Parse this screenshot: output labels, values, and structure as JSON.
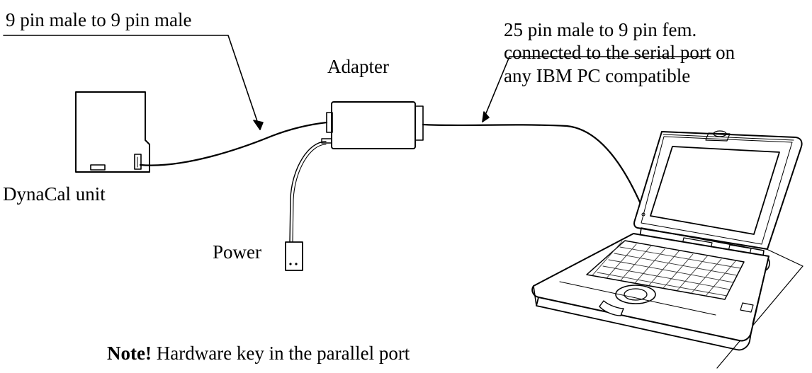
{
  "labels": {
    "cable_left": "9 pin male to 9 pin male",
    "adapter": "Adapter",
    "cable_right_line1": "25 pin male to 9 pin fem.",
    "cable_right_line2": "connected to the serial port on",
    "cable_right_line3": "any IBM PC compatible",
    "unit": "DynaCal unit",
    "power": "Power",
    "note_bold": "Note!",
    "note_text": " Hardware key in the parallel port"
  },
  "colors": {
    "line": "#000000",
    "background": "#ffffff",
    "screen": "#ffffff",
    "keyboard_shade": "#555555"
  },
  "icons": [
    "dynacal-unit-icon",
    "adapter-icon",
    "power-supply-icon",
    "laptop-icon"
  ]
}
